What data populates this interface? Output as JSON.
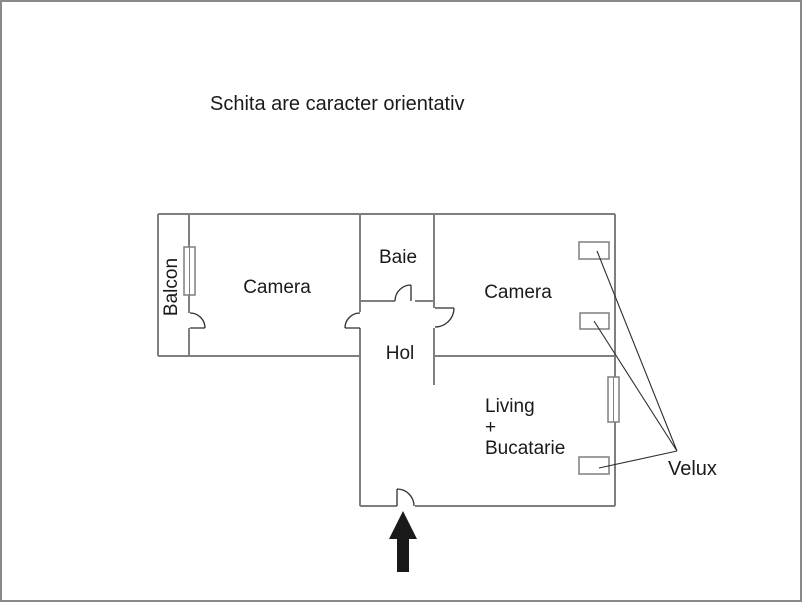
{
  "title": "Schita are caracter orientativ",
  "rooms": {
    "balcon": "Balcon",
    "camera_left": "Camera",
    "baie": "Baie",
    "hol": "Hol",
    "camera_right": "Camera",
    "living_lines": [
      "Living",
      "+",
      "Bucatarie"
    ]
  },
  "annotation": {
    "velux": "Velux"
  },
  "colors": {
    "wall": "#7f7f7f",
    "door": "#2e2e2e",
    "text": "#1a1a1a",
    "arrow": "#1a1a1a",
    "border": "#8a8a8a"
  }
}
